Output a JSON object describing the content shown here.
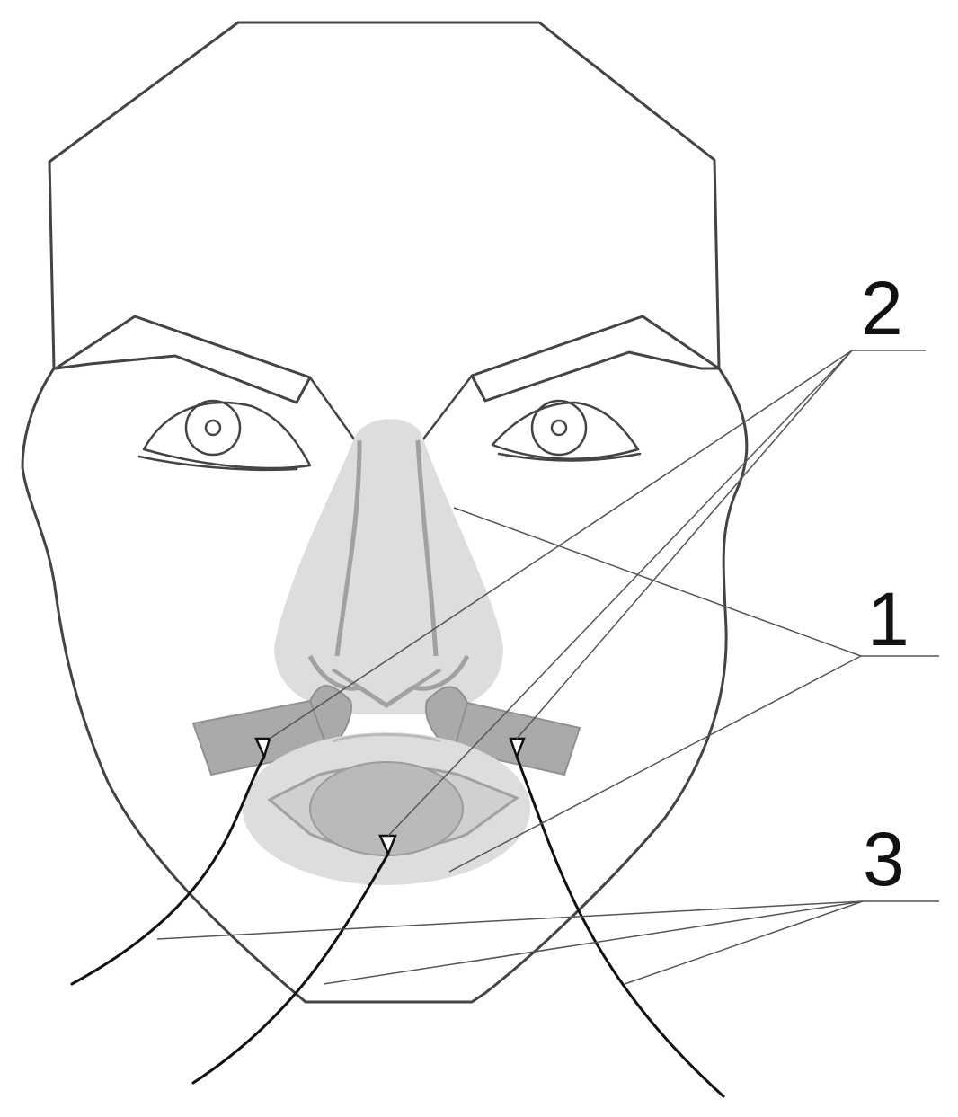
{
  "labels": {
    "nose_mask": "1",
    "tube_anchor": "2",
    "suture": "3"
  },
  "colors": {
    "outline": "#444444",
    "mask_light": "#dcdedd",
    "tube_gray": "#a9abaa",
    "mouth_inner": "#b9bbba",
    "suture_line": "#111111"
  }
}
